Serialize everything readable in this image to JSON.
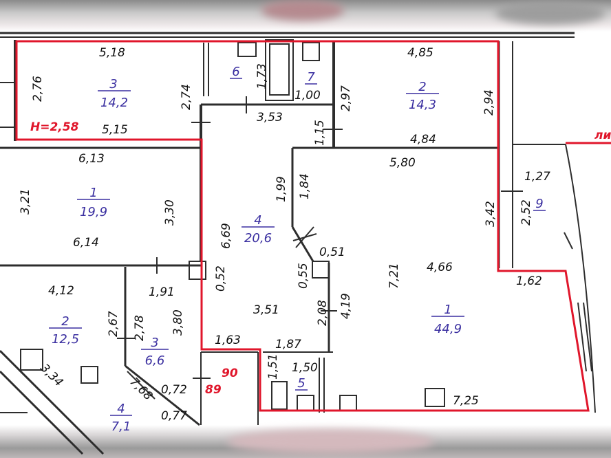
{
  "colors": {
    "boundary": "#e0162b",
    "wall": "#2d2d2d",
    "room_label": "#3a2fa0",
    "dimension": "#111111"
  },
  "ceiling_height": "H=2,58",
  "door_numbers": [
    "90",
    "89"
  ],
  "edge_marker": "ли",
  "rooms": [
    {
      "number": "3",
      "area": "14,2"
    },
    {
      "number": "6",
      "area": ""
    },
    {
      "number": "7",
      "area": ""
    },
    {
      "number": "2",
      "area": "14,3"
    },
    {
      "number": "1",
      "area": "19,9"
    },
    {
      "number": "4",
      "area": "20,6"
    },
    {
      "number": "1",
      "area": "44,9"
    },
    {
      "number": "9",
      "area": ""
    },
    {
      "number": "2",
      "area": "12,5"
    },
    {
      "number": "3",
      "area": "6,6"
    },
    {
      "number": "5",
      "area": ""
    },
    {
      "number": "4",
      "area": "7,1"
    }
  ],
  "dimensions": [
    "5,18",
    "2,76",
    "2,74",
    "5,15",
    "1,73",
    "1,00",
    "3,53",
    "2,97",
    "1,15",
    "4,85",
    "2,94",
    "4,84",
    "6,13",
    "3,21",
    "3,30",
    "6,14",
    "1,99",
    "1,84",
    "5,80",
    "6,69",
    "0,52",
    "0,55",
    "0,51",
    "3,42",
    "2,52",
    "1,27",
    "7,21",
    "4,66",
    "1,62",
    "4,12",
    "1,91",
    "2,67",
    "2,78",
    "3,80",
    "3,51",
    "2,08",
    "4,19",
    "1,63",
    "1,87",
    "1,51",
    "1,50",
    "3,34",
    "7,68",
    "0,72",
    "0,77",
    "7,25"
  ]
}
